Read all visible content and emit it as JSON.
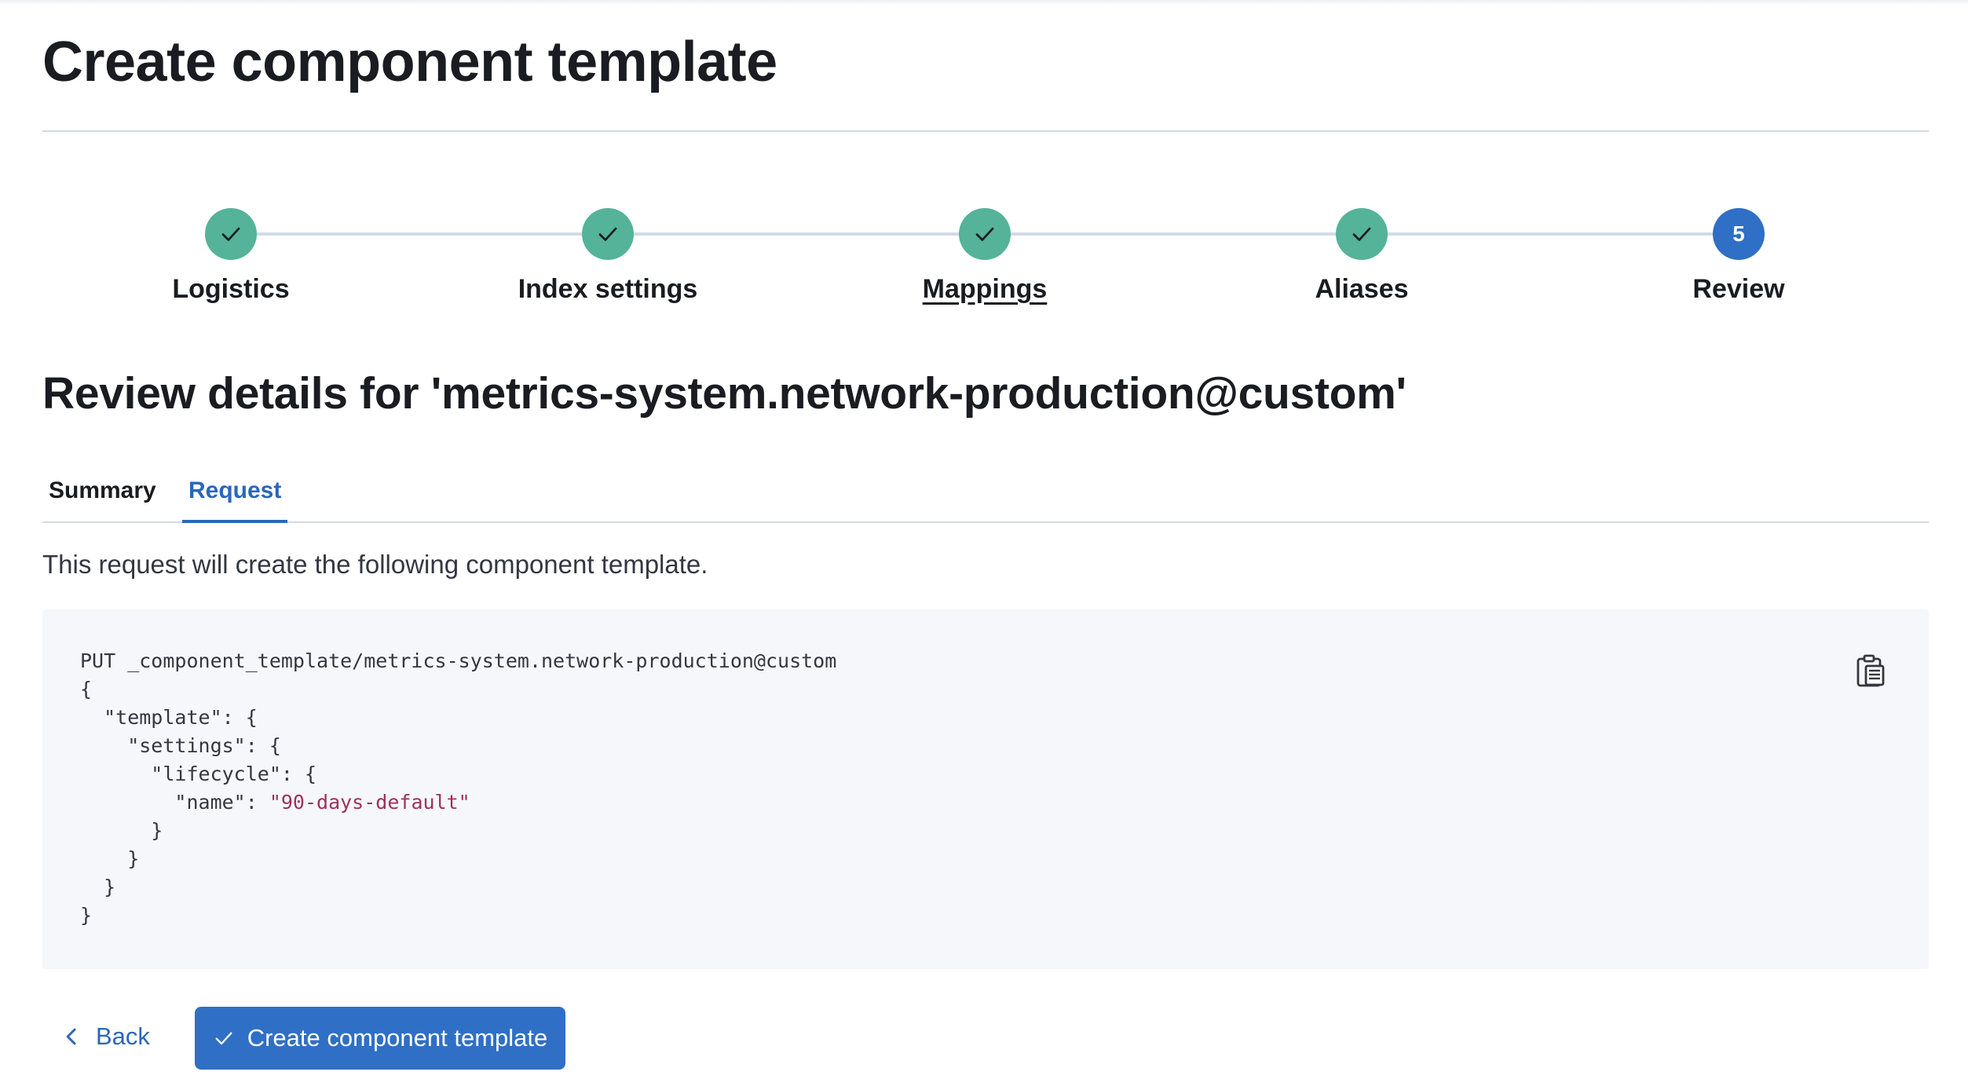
{
  "page": {
    "title": "Create component template"
  },
  "steps": [
    {
      "label": "Logistics",
      "status": "complete",
      "icon": "check-icon"
    },
    {
      "label": "Index settings",
      "status": "complete",
      "icon": "check-icon"
    },
    {
      "label": "Mappings",
      "status": "complete",
      "icon": "check-icon"
    },
    {
      "label": "Aliases",
      "status": "complete",
      "icon": "check-icon"
    },
    {
      "label": "Review",
      "status": "current",
      "number": "5"
    }
  ],
  "review": {
    "heading": "Review details for 'metrics-system.network-production@custom'",
    "tabs": [
      {
        "label": "Summary",
        "selected": false
      },
      {
        "label": "Request",
        "selected": true
      }
    ],
    "description": "This request will create the following component template.",
    "code_lines": [
      "PUT _component_template/metrics-system.network-production@custom",
      "{",
      "  \"template\": {",
      "    \"settings\": {",
      "      \"lifecycle\": {",
      "        \"name\": ",
      "      }",
      "    }",
      "  }",
      "}"
    ],
    "code_string_value": "\"90-days-default\"",
    "copy_icon": "clipboard-icon"
  },
  "footer": {
    "back_label": "Back",
    "back_icon": "chevron-left-icon",
    "create_label": "Create component template",
    "create_icon": "check-icon"
  },
  "colors": {
    "step_complete": "#54b399",
    "step_current": "#2f6fc6",
    "primary": "#2f6fc6",
    "link": "#2b67b8",
    "code_string": "#a0305a",
    "code_background": "#f5f7fa"
  }
}
